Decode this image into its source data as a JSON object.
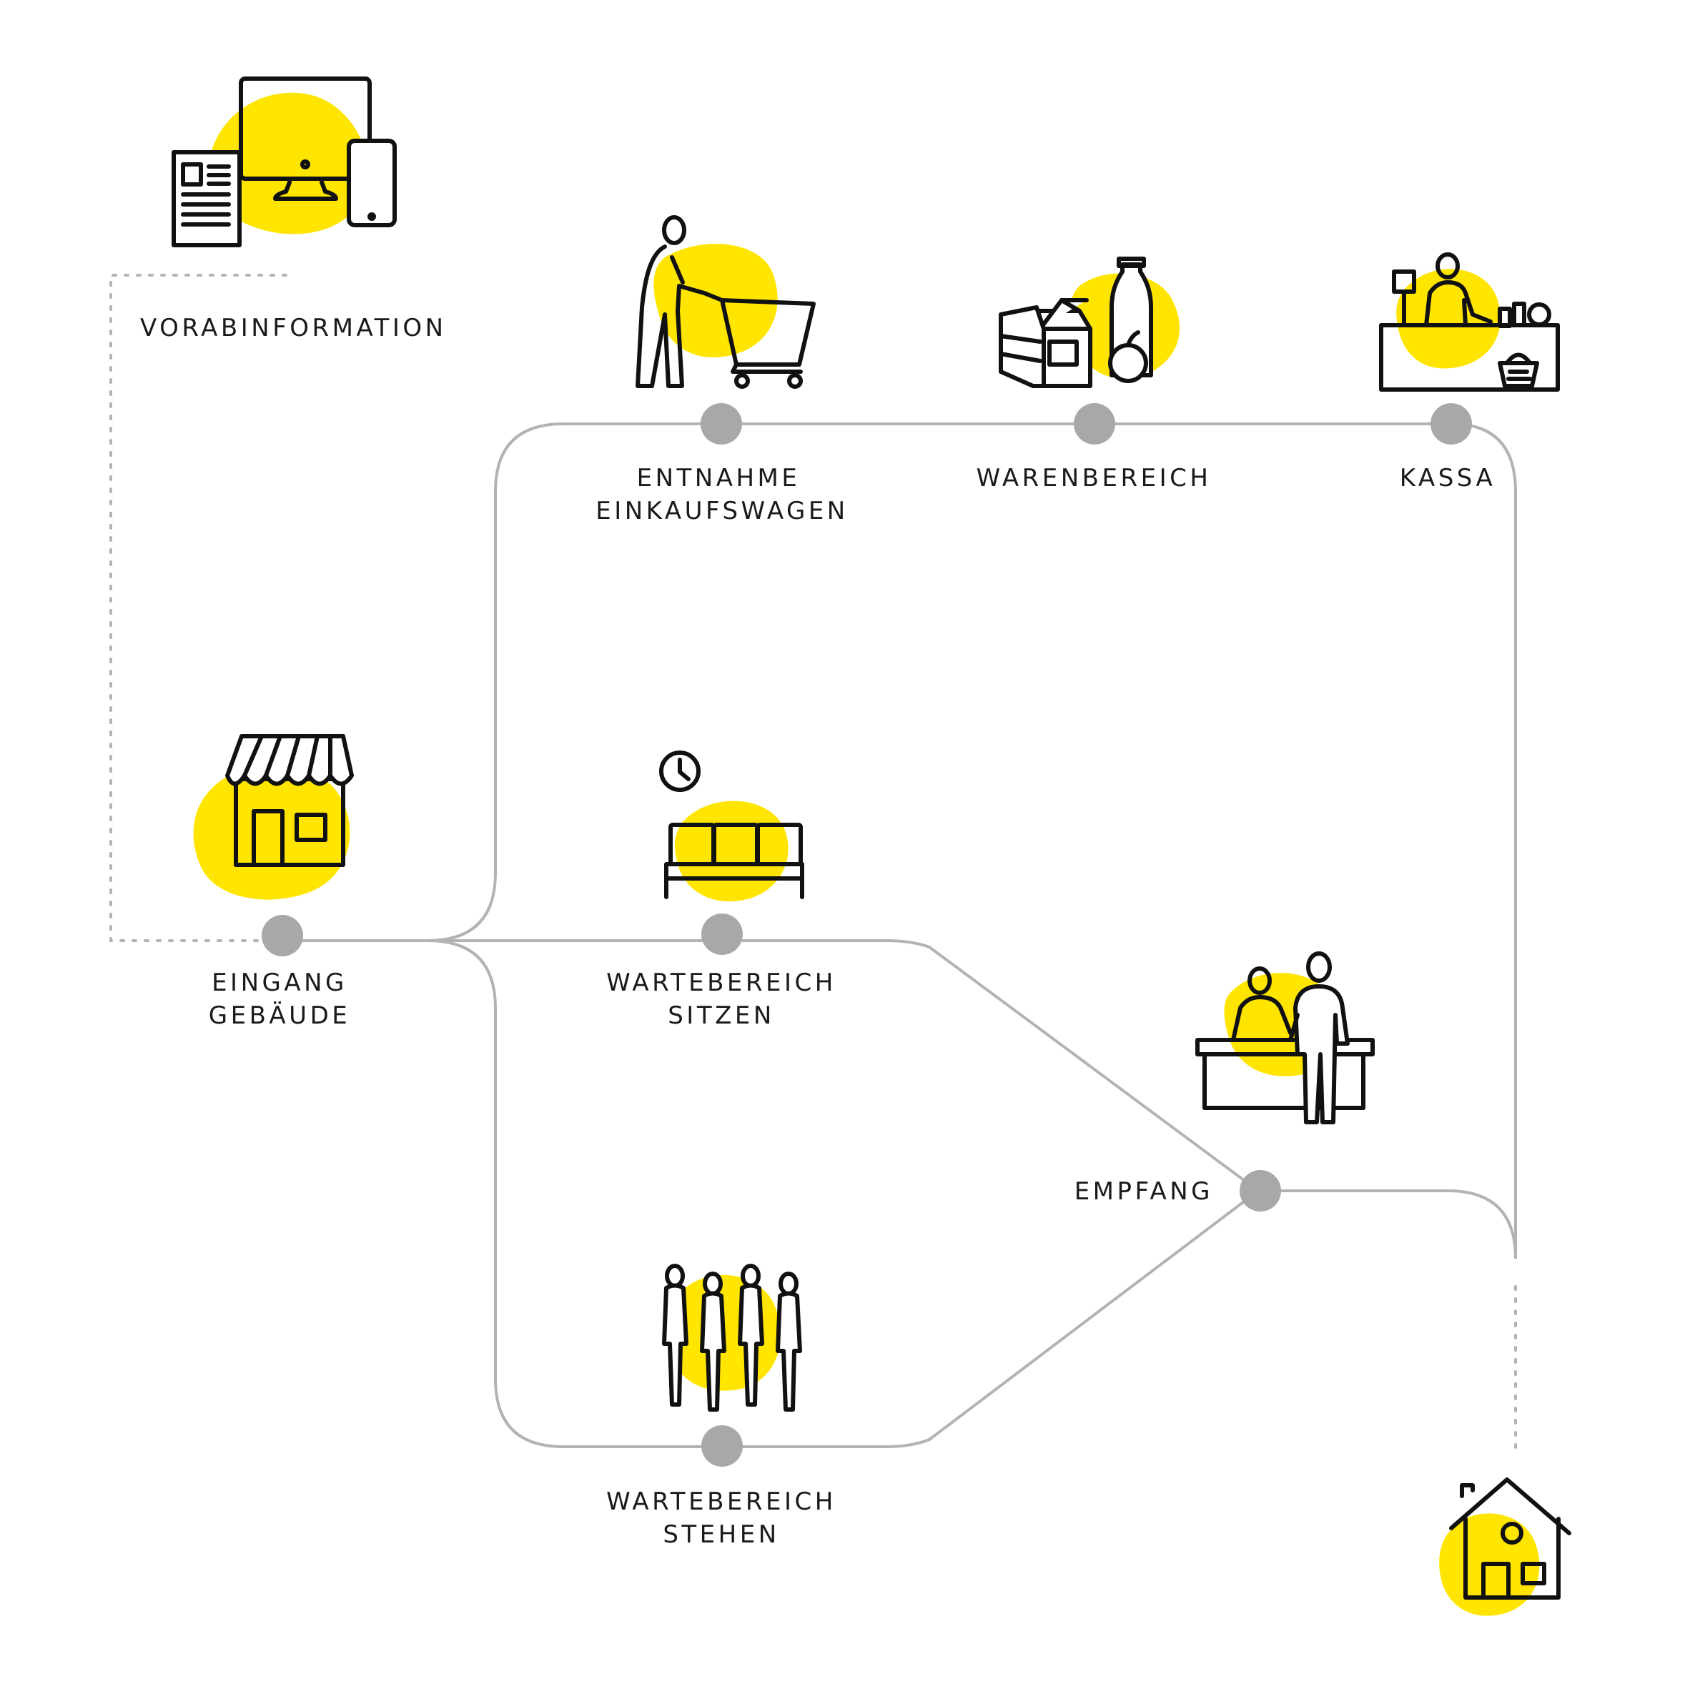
{
  "colors": {
    "accent": "#ffe500",
    "connector": "#b3b3b3",
    "node": "#a8a8a8",
    "icon_stroke": "#111111"
  },
  "stations": {
    "vorabinformation": {
      "label": "VORABINFORMATION",
      "icon": "devices-icon"
    },
    "eingang": {
      "line1": "EINGANG",
      "line2": "GEBÄUDE",
      "icon": "store-icon"
    },
    "entnahme": {
      "line1": "ENTNAHME",
      "line2": "EINKAUFSWAGEN",
      "icon": "shopping-cart-person-icon"
    },
    "warenbereich": {
      "label": "WARENBEREICH",
      "icon": "groceries-icon"
    },
    "kassa": {
      "label": "KASSA",
      "icon": "cashier-icon"
    },
    "wartebereich_sitzen": {
      "line1": "WARTEBEREICH",
      "line2": "SITZEN",
      "icon": "waiting-seats-clock-icon"
    },
    "empfang": {
      "label": "EMPFANG",
      "icon": "reception-desk-icon"
    },
    "wartebereich_stehen": {
      "line1": "WARTEBEREICH",
      "line2": "STEHEN",
      "icon": "standing-queue-icon"
    },
    "zuhause": {
      "icon": "home-icon"
    }
  }
}
